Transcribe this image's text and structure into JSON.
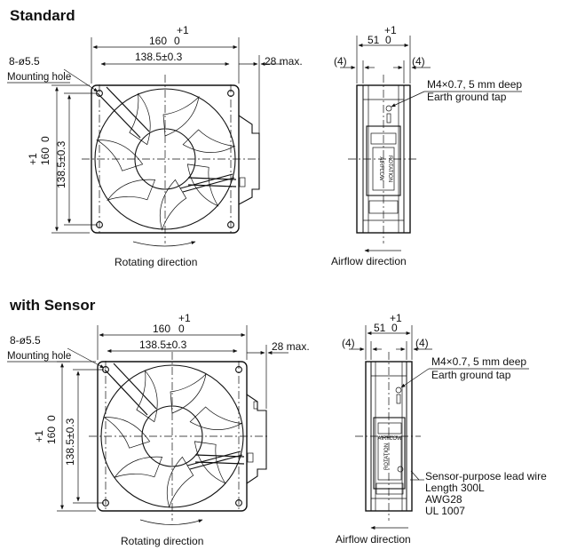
{
  "standard": {
    "title": "Standard",
    "front": {
      "width_dim": "160",
      "width_tol_upper": "+1",
      "width_tol_lower": "0",
      "pitch_dim": "138.5±0.3",
      "height_dim": "160",
      "height_tol_upper": "+1",
      "height_tol_lower": "0",
      "height_pitch_dim": "138.5±0.3",
      "hole_spec": "8-ø5.5",
      "hole_label": "Mounting hole",
      "depth_label": "28 max.",
      "rotation_label": "Rotating direction"
    },
    "side": {
      "width_dim": "51",
      "width_tol_upper": "+1",
      "width_tol_lower": "0",
      "left_inset": "(4)",
      "right_inset": "(4)",
      "tap_spec": "M4×0.7, 5 mm deep",
      "tap_label": "Earth ground tap",
      "label_airflow": "AIRFLOW",
      "label_rotation": "ROTATION",
      "airflow_label": "Airflow direction"
    }
  },
  "sensor": {
    "title": "with Sensor",
    "front": {
      "width_dim": "160",
      "width_tol_upper": "+1",
      "width_tol_lower": "0",
      "pitch_dim": "138.5±0.3",
      "height_dim": "160",
      "height_tol_upper": "+1",
      "height_tol_lower": "0",
      "height_pitch_dim": "138.5±0.3",
      "hole_spec": "8-ø5.5",
      "hole_label": "Mounting hole",
      "depth_label": "28 max.",
      "rotation_label": "Rotating direction"
    },
    "side": {
      "width_dim": "51",
      "width_tol_upper": "+1",
      "width_tol_lower": "0",
      "left_inset": "(4)",
      "right_inset": "(4)",
      "tap_spec": "M4×0.7, 5 mm deep",
      "tap_label": "Earth ground tap",
      "label_airflow": "AIRFLOW",
      "label_rotation": "ROTATION",
      "lead_wire_lines": [
        "Sensor-purpose lead wire",
        "Length 300L",
        "AWG28",
        "UL 1007"
      ],
      "airflow_label": "Airflow direction"
    }
  }
}
